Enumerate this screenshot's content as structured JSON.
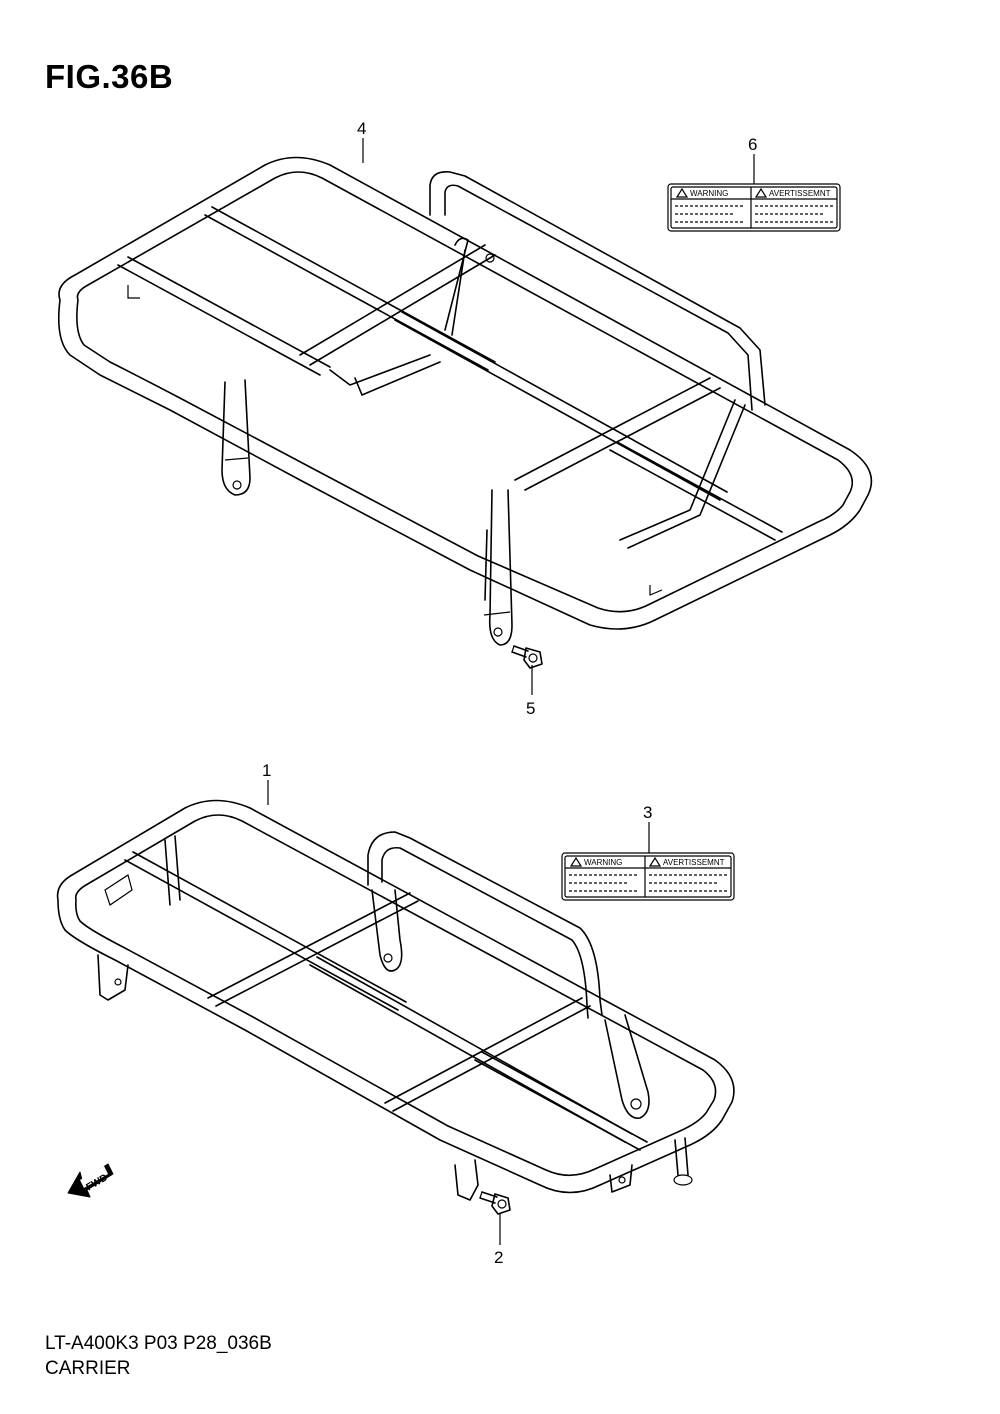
{
  "figure": {
    "title": "FIG.36B"
  },
  "footer": {
    "model_code": "LT-A400K3 P03 P28_036B",
    "section_name": "CARRIER"
  },
  "callouts": [
    "1",
    "2",
    "3",
    "4",
    "5",
    "6"
  ],
  "labels": {
    "warning": "WARNING",
    "avertissement": "AVERTISSEMNT"
  },
  "fwd": "FWD",
  "icons": [
    "warning-triangle-icon",
    "fwd-arrow-icon"
  ]
}
